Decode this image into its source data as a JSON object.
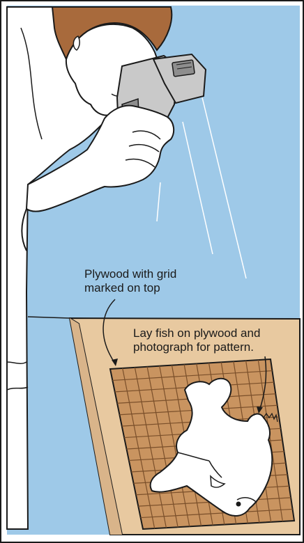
{
  "colors": {
    "sky": "#9ec9e8",
    "skin": "#ffffff",
    "hair": "#a86a3c",
    "camera": "#c9c9c9",
    "camera_dark": "#8e8e8e",
    "plywood_side": "#d9b48a",
    "plywood_top": "#e8c9a0",
    "grid_board": "#c99460",
    "grid_lines": "#7a4f2a",
    "outline": "#1a1a1a"
  },
  "icons": {
    "camera": "camera-icon",
    "fish": "fish-icon",
    "person": "person-icon"
  },
  "labels": {
    "plywood": {
      "line1": "Plywood with grid",
      "line2": "marked on top"
    },
    "lay_fish": {
      "line1": "Lay fish on plywood and",
      "line2": "photograph for pattern."
    }
  }
}
